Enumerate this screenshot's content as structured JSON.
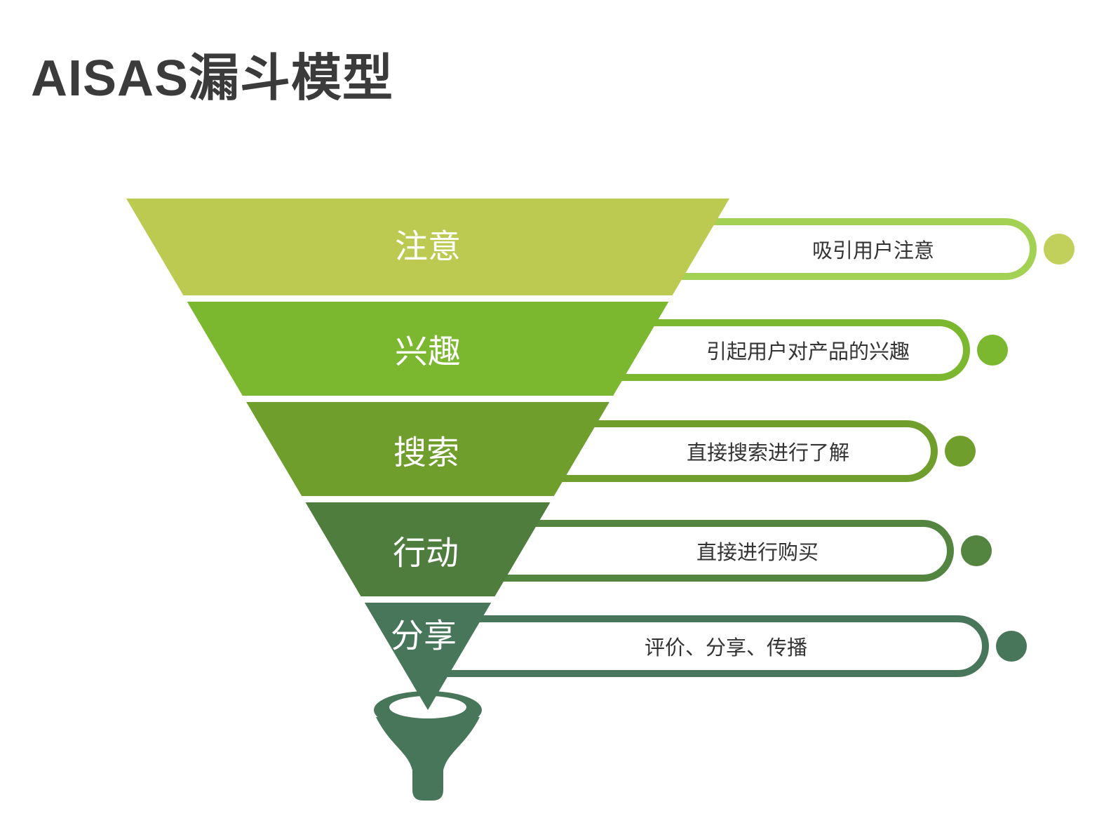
{
  "title": "AISAS漏斗模型",
  "title_color": "#3b3b3b",
  "text_color": "#333333",
  "funnel": {
    "model_name": "AISAS",
    "funnel_icon_color": "#47765a",
    "stages": [
      {
        "label": "注意",
        "description": "吸引用户注意",
        "band_color": "#bdca52",
        "accent_color": "#a2d153",
        "dot_color": "#c1cf5b"
      },
      {
        "label": "兴趣",
        "description": "引起用户对产品的兴趣",
        "band_color": "#7cb82f",
        "accent_color": "#7cb82f",
        "dot_color": "#7cb82f"
      },
      {
        "label": "搜索",
        "description": "直接搜索进行了解",
        "band_color": "#6f9e2d",
        "accent_color": "#6f9e2d",
        "dot_color": "#6f9e2d"
      },
      {
        "label": "行动",
        "description": "直接进行购买",
        "band_color": "#4f7d3e",
        "accent_color": "#538540",
        "dot_color": "#538540"
      },
      {
        "label": "分享",
        "description": "评价、分享、传播",
        "band_color": "#47765a",
        "accent_color": "#47765a",
        "dot_color": "#47765a"
      }
    ]
  }
}
